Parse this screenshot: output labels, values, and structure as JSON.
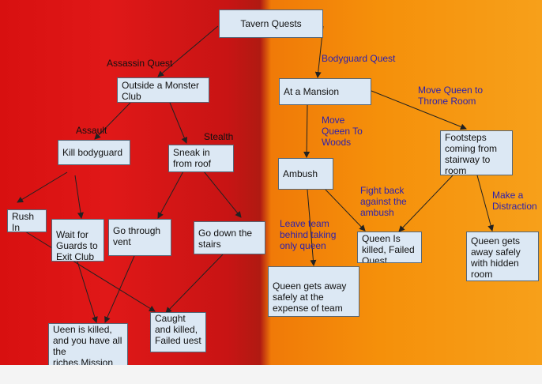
{
  "nodes": {
    "tavern_quests": "Tavern Quests",
    "outside_monster_club": "Outside  a Monster Club",
    "at_a_mansion": "At a Mansion",
    "kill_bodyguard": "Kill bodyguard",
    "sneak_in_from_roof": "Sneak in from roof",
    "ambush": "Ambush",
    "footsteps": "Footsteps coming from stairway to room",
    "rush_in": "Rush In",
    "wait_for_guards": "Wait for Guards to Exit Club",
    "go_through_vent": "Go through vent",
    "go_down_stairs": "Go down the stairs",
    "queen_killed_failed": "Queen Is killed, Failed Quest",
    "queen_away_hidden_room": "Queen gets away safely with hidden room",
    "queen_away_expense_team": "Queen gets away safely at the expense of team",
    "ueen_killed_riches": "Ueen is killed, and you have all the riches,Mission Passed",
    "caught_and_killed": "Caught and killed, Failed uest"
  },
  "labels": {
    "assassin_quest": "Assassin Quest",
    "bodyguard_quest": "Bodyguard Quest",
    "assault": "Assault",
    "stealth": "Stealth",
    "move_queen_to_woods": "Move\nQueen To\nWoods",
    "move_queen_to_throne": "Move Queen to\nThrone Room",
    "fight_back": "Fight back\nagainst the\nambush",
    "leave_team": "Leave team\nbehind taking\nonly queen",
    "make_distraction": "Make a\nDistraction"
  },
  "colors": {
    "background_left": "#d81010",
    "background_right": "#f5900a",
    "node_fill": "#dce8f4",
    "left_label": "#111111",
    "right_label": "#2a1fb0"
  }
}
